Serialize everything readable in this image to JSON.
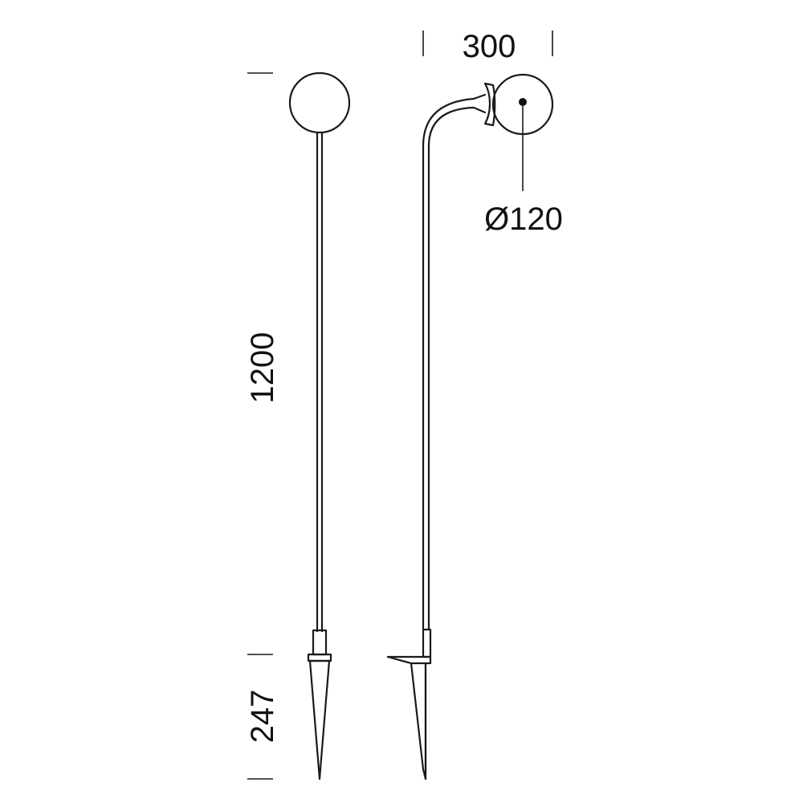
{
  "dimensions": {
    "height_main": "1200",
    "height_spike": "247",
    "width_arm": "300",
    "diameter_globe": "Ø120"
  },
  "colors": {
    "line": "#1a1a1a",
    "text": "#111111",
    "background": "#ffffff"
  }
}
